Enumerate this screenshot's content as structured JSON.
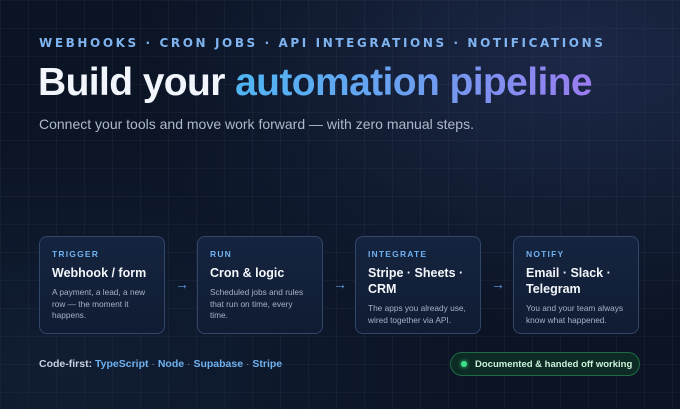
{
  "header": {
    "eyebrow": "WEBHOOKS · CRON JOBS · API INTEGRATIONS · NOTIFICATIONS",
    "headline_prefix": "Build your ",
    "headline_accent": "automation pipeline",
    "subtitle": "Connect your tools and move work forward — with zero manual steps."
  },
  "pipeline": {
    "steps": [
      {
        "label": "TRIGGER",
        "title": "Webhook / form",
        "desc": "A payment, a lead, a new row — the moment it happens."
      },
      {
        "label": "RUN",
        "title": "Cron & logic",
        "desc": "Scheduled jobs and rules that run on time, every time."
      },
      {
        "label": "INTEGRATE",
        "title": "Stripe · Sheets · CRM",
        "desc": "The apps you already use, wired together via API."
      },
      {
        "label": "NOTIFY",
        "title": "Email · Slack · Telegram",
        "desc": "You and your team always know what happened."
      }
    ],
    "arrow": "→"
  },
  "footer": {
    "stack_label": "Code-first:",
    "stack_items": [
      "TypeScript",
      "Node",
      "Supabase",
      "Stripe"
    ],
    "separator": "·",
    "badge_text": "Documented & handed off working"
  }
}
